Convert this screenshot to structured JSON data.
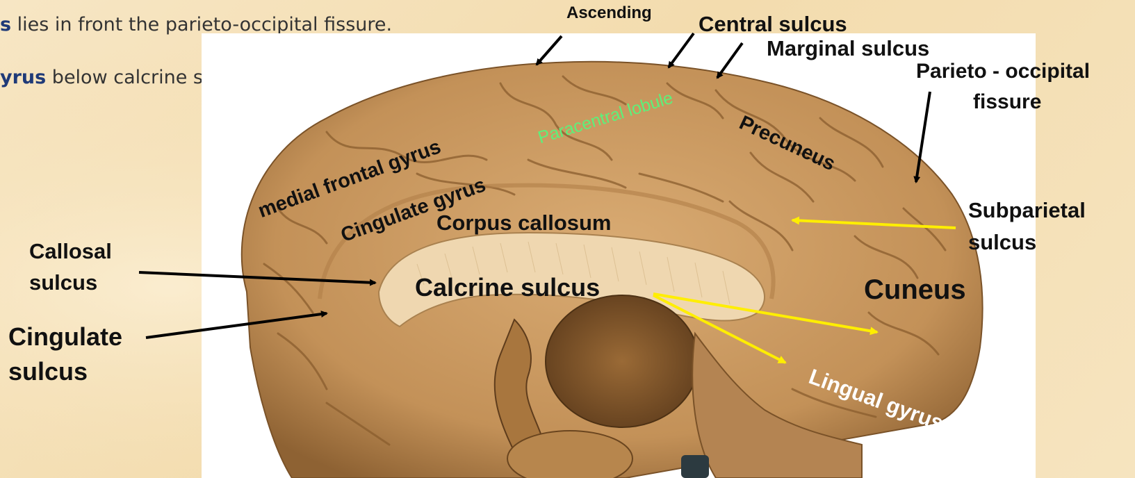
{
  "intro": {
    "line1_term": "s",
    "line1_rest": " lies in front the parieto-occipital fissure.",
    "line2_term": "yrus",
    "line2_rest": " below calcrine sulcus."
  },
  "labels": {
    "ascending": "Ascending",
    "central_sulcus": "Central sulcus",
    "marginal_sulcus": "Marginal sulcus",
    "parieto_occipital_1": "Parieto - occipital",
    "parieto_occipital_2": "fissure",
    "paracentral_lobule": "Paracentral lobule",
    "medial_frontal_gyrus": "medial frontal gyrus",
    "precuneus": "Precuneus",
    "cingulate_gyrus": "Cingulate gyrus",
    "corpus_callosum": "Corpus callosum",
    "subparietal_1": "Subparietal",
    "subparietal_2": "sulcus",
    "callosal_1": "Callosal",
    "callosal_2": "sulcus",
    "calcrine_sulcus": "Calcrine sulcus",
    "cuneus": "Cuneus",
    "cingulate_sulcus_1": "Cingulate",
    "cingulate_sulcus_2": "sulcus",
    "lingual_gyrus": "Lingual gyrus"
  },
  "colors": {
    "background": "#f5e1b8",
    "intro_term": "#1f3a78",
    "label_text": "#111111",
    "label_green": "#5ef07a",
    "yellow_arrow": "#ffee00",
    "black_arrow": "#000000",
    "brain": "#c89660"
  }
}
